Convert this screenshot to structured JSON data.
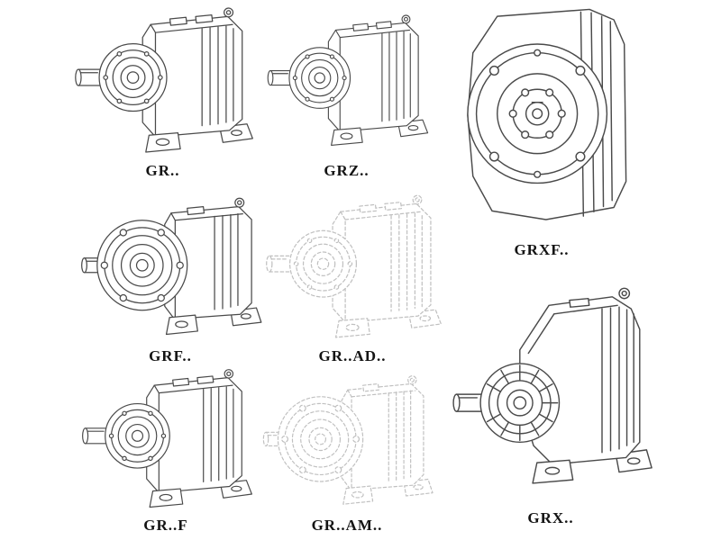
{
  "page": {
    "background": "#ffffff",
    "line_color": "#4a4a4a",
    "faded_line_color": "#c0c0c0",
    "label_color": "#141414"
  },
  "gearboxes": [
    {
      "id": "gr",
      "label": "GR.."
    },
    {
      "id": "grz",
      "label": "GRZ.."
    },
    {
      "id": "grxf",
      "label": "GRXF.."
    },
    {
      "id": "grf",
      "label": "GRF.."
    },
    {
      "id": "gr-ad",
      "label": "GR..AD.."
    },
    {
      "id": "gr-f",
      "label": "GR..F"
    },
    {
      "id": "gr-am",
      "label": "GR..AM.."
    },
    {
      "id": "grx",
      "label": "GRX.."
    }
  ]
}
